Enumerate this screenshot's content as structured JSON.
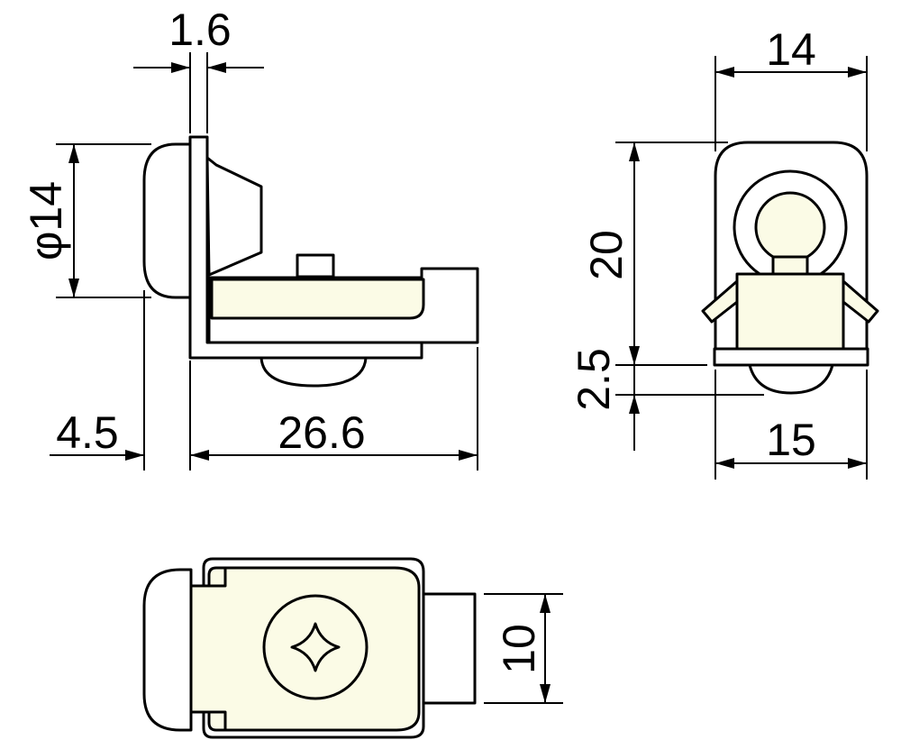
{
  "colors": {
    "part_fill": "#fbfbe6",
    "outline": "#000000",
    "background": "#ffffff"
  },
  "dimensions": {
    "plate_thickness": "1.6",
    "cap_diameter": "φ14",
    "cap_offset": "4.5",
    "overall_length": "26.6",
    "top_width": "14",
    "height": "20",
    "tongue_height": "2.5",
    "bottom_width": "15",
    "tab_width": "10"
  }
}
